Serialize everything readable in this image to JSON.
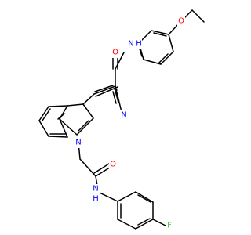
{
  "atom_colors": {
    "O": "#ff0000",
    "N": "#0000ff",
    "F": "#33cc33"
  },
  "labels": {
    "ethoxy_o": "O",
    "amide_o_top": "O",
    "amide_nh_top": "N",
    "amide_h_top": "H",
    "nitrile_n": "N",
    "indole_n": "N",
    "amide_o_bottom": "O",
    "amide_nh_bottom": "N",
    "amide_h_bottom": "H",
    "fluorine": "F"
  }
}
